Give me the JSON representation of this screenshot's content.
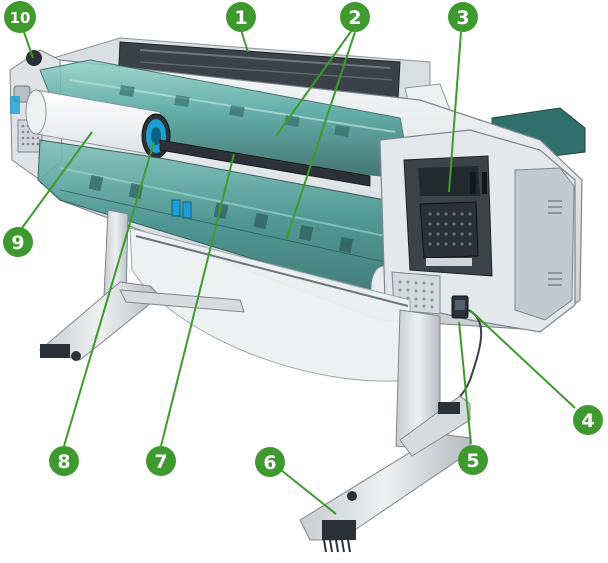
{
  "figure": {
    "description_colors": {
      "callout_fill": "#3e9a2e",
      "callout_text": "#ffffff",
      "leader_line": "#3e9a2e",
      "printer_body": "#e9ecee",
      "printer_shade": "#b9c0c5",
      "dark_part": "#2b3136",
      "roll_tint": "#3f8f8a",
      "accent_blue": "#1c9fd6",
      "legs": "#d7dbde"
    },
    "callouts": [
      {
        "label": "1"
      },
      {
        "label": "2"
      },
      {
        "label": "3"
      },
      {
        "label": "4"
      },
      {
        "label": "5"
      },
      {
        "label": "6"
      },
      {
        "label": "7"
      },
      {
        "label": "8"
      },
      {
        "label": "9"
      },
      {
        "label": "10"
      }
    ]
  }
}
